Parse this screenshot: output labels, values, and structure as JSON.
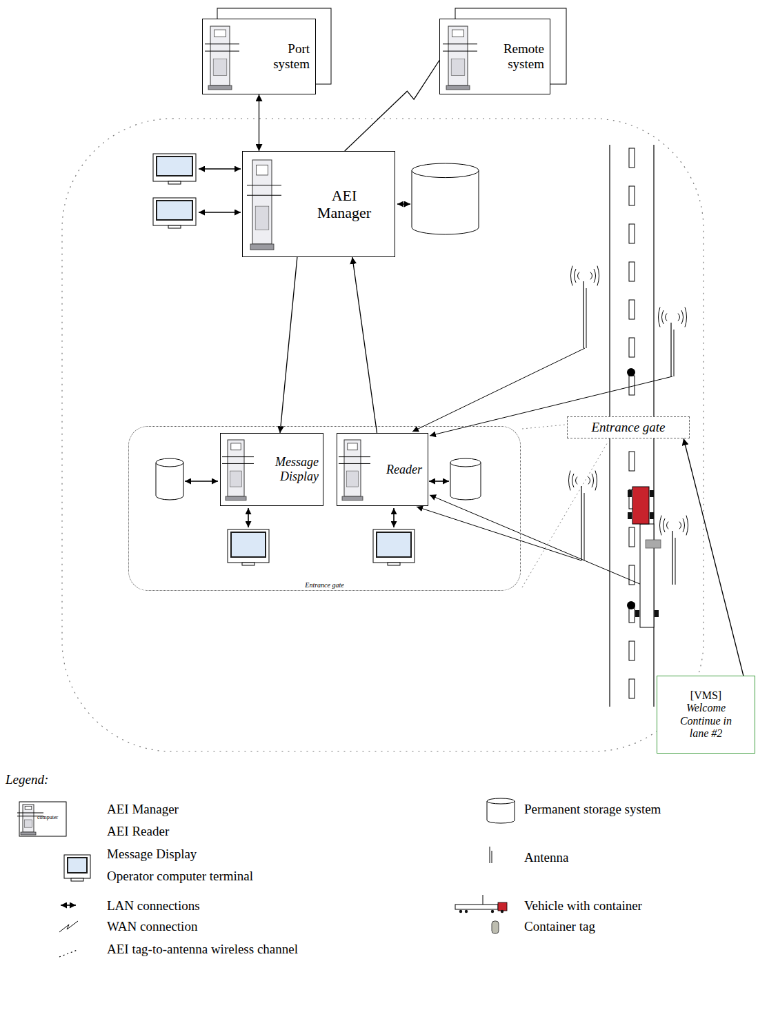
{
  "diagram": {
    "nodes": [
      {
        "text": [
          "Port system"
        ]
      },
      {
        "text": [
          "Remote system"
        ]
      },
      {
        "text": [
          "AEI Manager"
        ]
      },
      {
        "text": [
          "Entrance gate"
        ]
      },
      {
        "text": [
          "Message Display"
        ],
        "in": 3
      },
      {
        "text": [
          "Reader"
        ],
        "in": 3
      },
      {
        "text": [
          "Entrance gate"
        ]
      },
      {
        "text": [
          "[VMS]",
          "Welcome Continue in lane #2"
        ]
      }
    ],
    "edges": [
      {
        "from": 0,
        "to": 2,
        "arrow": "both"
      },
      {
        "from": 2,
        "to": 1,
        "arrow": "none"
      },
      {
        "from": 2,
        "to": 4,
        "arrow": "to"
      },
      {
        "from": 5,
        "to": 2,
        "arrow": "to"
      },
      {
        "from": 7,
        "to": 6,
        "arrow": "to"
      }
    ],
    "labels": [
      "Legend:",
      "computer"
    ],
    "legend": [
      {
        "text": "AEI Manager"
      },
      {
        "text": "AEI Reader"
      },
      {
        "text": "Message Display"
      },
      {
        "text": "Operator computer terminal"
      },
      {
        "text": "LAN connections"
      },
      {
        "text": "WAN connection"
      },
      {
        "text": "AEI tag-to-antenna wireless channel"
      },
      {
        "text": "Permanent storage system"
      },
      {
        "text": "Antenna"
      },
      {
        "text": "Vehicle with container"
      },
      {
        "text": "Container tag"
      }
    ]
  }
}
